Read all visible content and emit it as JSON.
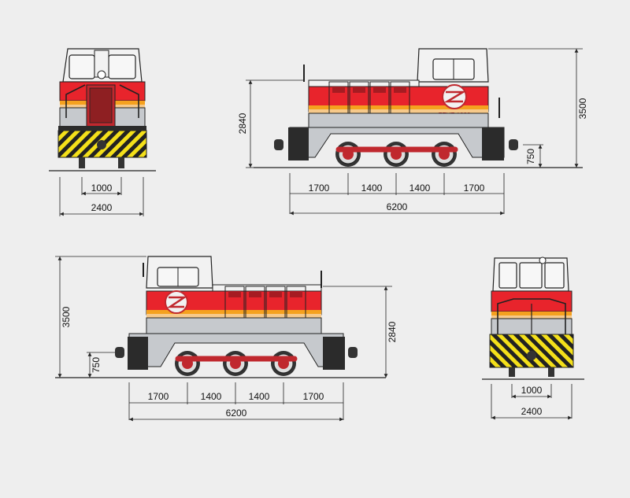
{
  "locomotive": {
    "number": "FEVE 1322",
    "logo": "FEVE stylized logo",
    "colors": {
      "red": "#e8242c",
      "dark_red": "#c0282e",
      "orange": "#f5a11f",
      "gray": "#c6c9cd",
      "dark": "#2b2b2b",
      "white": "#f2f2f2",
      "hazard_yellow": "#f4e01a",
      "background": "#eeeeee"
    }
  },
  "views": {
    "front_top": {
      "width_label": "2400",
      "inner_label": "1000"
    },
    "side_top": {
      "height_total_label": "3500",
      "height_body_label": "2840",
      "height_frame_label": "750",
      "segments": [
        "1700",
        "1400",
        "1400",
        "1700"
      ],
      "length_label": "6200"
    },
    "side_bottom": {
      "height_total_label": "3500",
      "height_body_label": "2840",
      "height_frame_label": "750",
      "segments": [
        "1700",
        "1400",
        "1400",
        "1700"
      ],
      "length_label": "6200"
    },
    "rear_bottom": {
      "width_label": "2400",
      "inner_label": "1000"
    }
  }
}
